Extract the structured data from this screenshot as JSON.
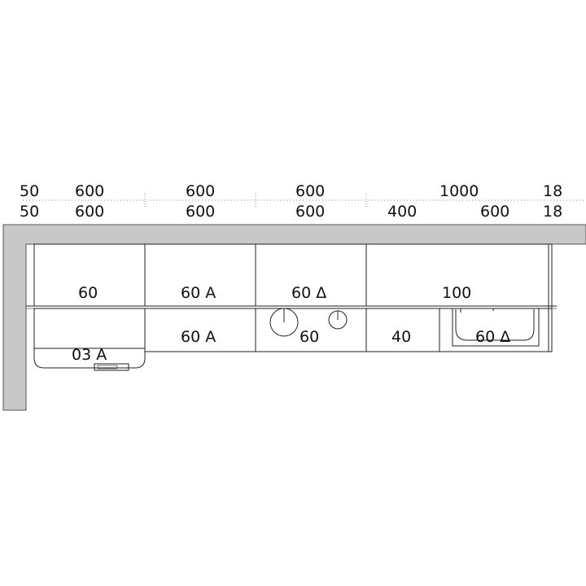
{
  "dimensions": {
    "top_row": [
      "50",
      "600",
      "600",
      "600",
      "1000",
      "18"
    ],
    "bottom_row": [
      "50",
      "600",
      "600",
      "600",
      "400",
      "600",
      "18"
    ]
  },
  "wall_units": [
    {
      "label": "60"
    },
    {
      "label": "60 A"
    },
    {
      "label": "60 Δ"
    },
    {
      "label": "100"
    }
  ],
  "base_units": [
    {
      "label": "03 A"
    },
    {
      "label": "60 A"
    },
    {
      "label": "60"
    },
    {
      "label": "40"
    },
    {
      "label": "60 Δ"
    }
  ],
  "colors": {
    "wall": "#c8c8c8",
    "highlight": "#ffff00",
    "line": "#222222",
    "dim_dots": "#888888"
  },
  "icons": {
    "hob": "cooktop-burners-icon",
    "sink": "sink-basin-icon",
    "corner_handle": "handle-icon"
  }
}
